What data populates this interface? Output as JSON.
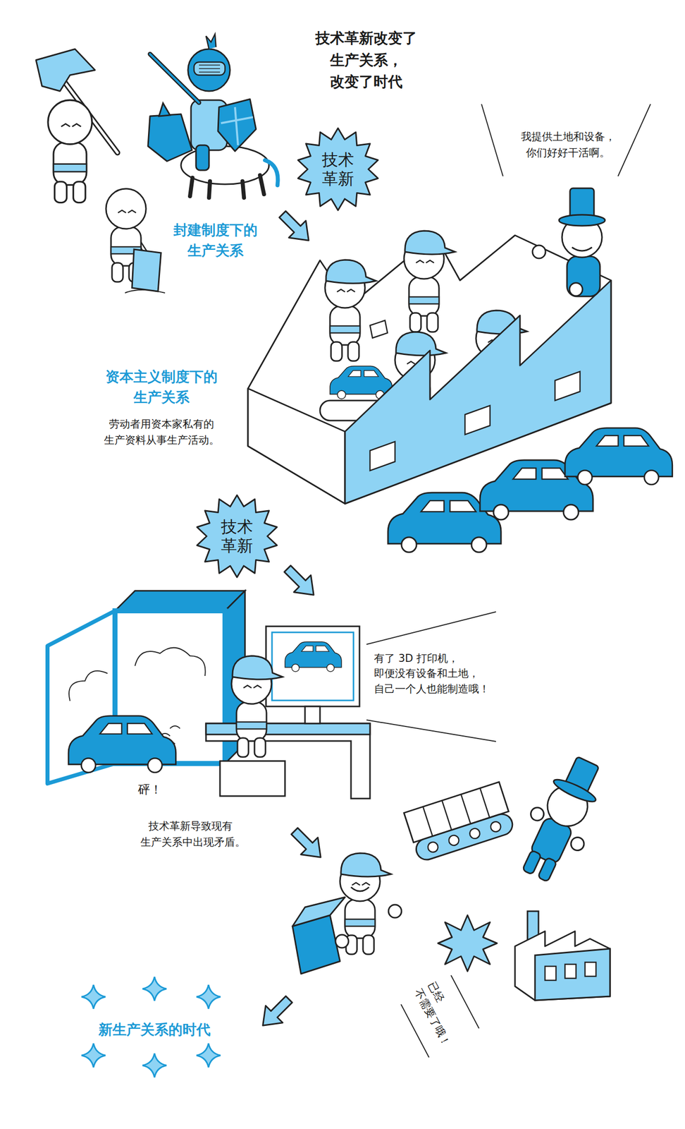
{
  "diagram": {
    "title": "技术革新改变了 生产关系， 改变了时代",
    "nodes": [
      {
        "text": [
          "技术 革新"
        ]
      },
      {
        "text": [
          "技术 革新"
        ]
      }
    ],
    "labels": [
      "我提供土地和设备， 你们好好干活啊。",
      "封建制度下的 生产关系",
      "资本主义制度下的 生产关系",
      "劳动者用资本家私有的 生产资料从事生产活动。",
      "有了 3D 打印机， 即便没有设备和土地， 自己一个人也能制造哦！",
      "砰！",
      "技术革新导致现有 生产关系中出现矛盾。",
      "已经 不需要了哦！",
      "新生产关系的时代"
    ]
  }
}
